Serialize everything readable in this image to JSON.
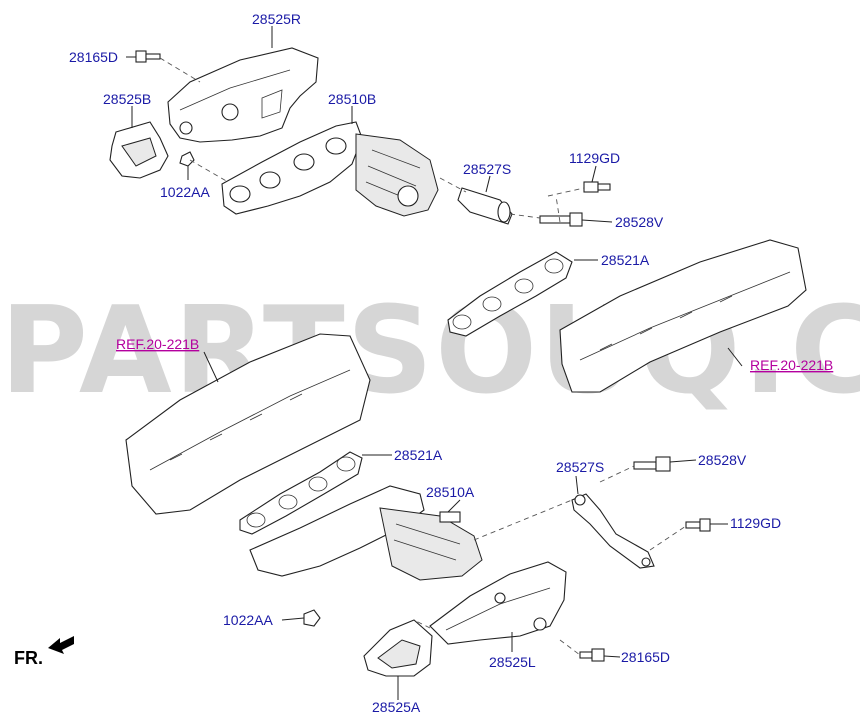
{
  "watermark": "PARTSOUQ.COM",
  "direction_label": "FR.",
  "colors": {
    "part_label": "#1a1aa6",
    "ref_label": "#b4009e",
    "watermark": "#c9c9c9"
  },
  "labels": {
    "l_28525R_top": "28525R",
    "l_28165D_top": "28165D",
    "l_28525B": "28525B",
    "l_28510B": "28510B",
    "l_1022AA_top": "1022AA",
    "l_28527S_top": "28527S",
    "l_1129GD_top": "1129GD",
    "l_28528V_top": "28528V",
    "l_28521A_top": "28521A",
    "l_ref_left": "REF.20-221B",
    "l_ref_right": "REF.20-221B",
    "l_28521A_bottom": "28521A",
    "l_28527S_bottom": "28527S",
    "l_28528V_bottom": "28528V",
    "l_28510A": "28510A",
    "l_1129GD_bottom": "1129GD",
    "l_1022AA_bottom": "1022AA",
    "l_28525L": "28525L",
    "l_28165D_bottom": "28165D",
    "l_28525A": "28525A"
  }
}
